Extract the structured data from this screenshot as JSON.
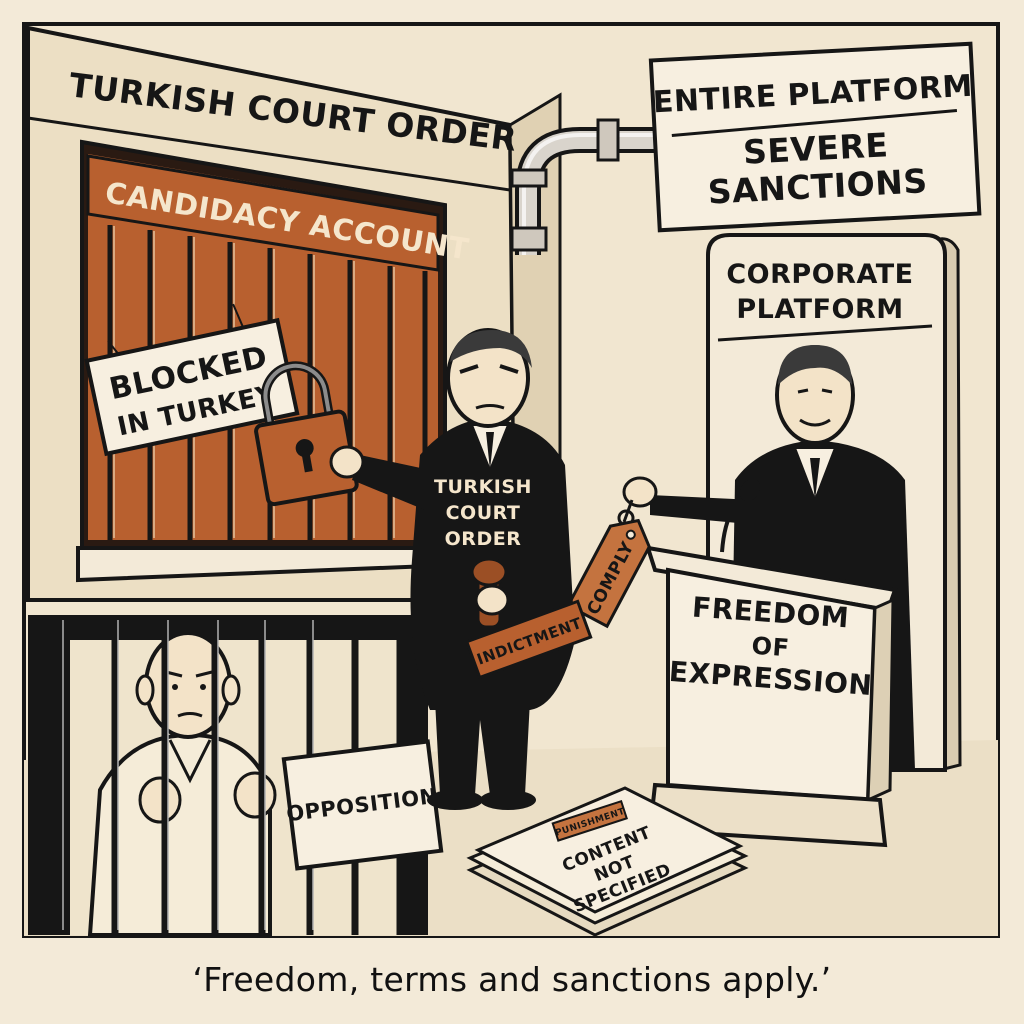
{
  "labels": {
    "court_wall_title": "TURKISH COURT ORDER",
    "window_banner": "CANDIDACY ACCOUNT",
    "blocked_sign_line1": "BLOCKED",
    "blocked_sign_line2": "IN TURKEY",
    "jacket_line1": "TURKISH",
    "jacket_line2": "COURT",
    "jacket_line3": "ORDER",
    "stamp": "INDICTMENT",
    "opposition_sign": "OPPOSITION",
    "tag": "COMPLY",
    "platform_sign_line1": "ENTIRE PLATFORM",
    "platform_sign_line2": "SEVERE",
    "platform_sign_line3": "SANCTIONS",
    "tower_line1": "CORPORATE",
    "tower_line2": "PLATFORM",
    "podium_line1": "FREEDOM",
    "podium_line2": "OF",
    "podium_line3": "EXPRESSION",
    "folder_tab": "PUNISHMENT",
    "folder_line1": "CONTENT",
    "folder_line2": "NOT",
    "folder_line3": "SPECIFIED"
  },
  "caption": "‘Freedom, terms and sanctions apply.’",
  "colors": {
    "background": "#f3ead8",
    "rust": "#b8602f",
    "ink": "#161616",
    "paper": "#f7efe0"
  }
}
